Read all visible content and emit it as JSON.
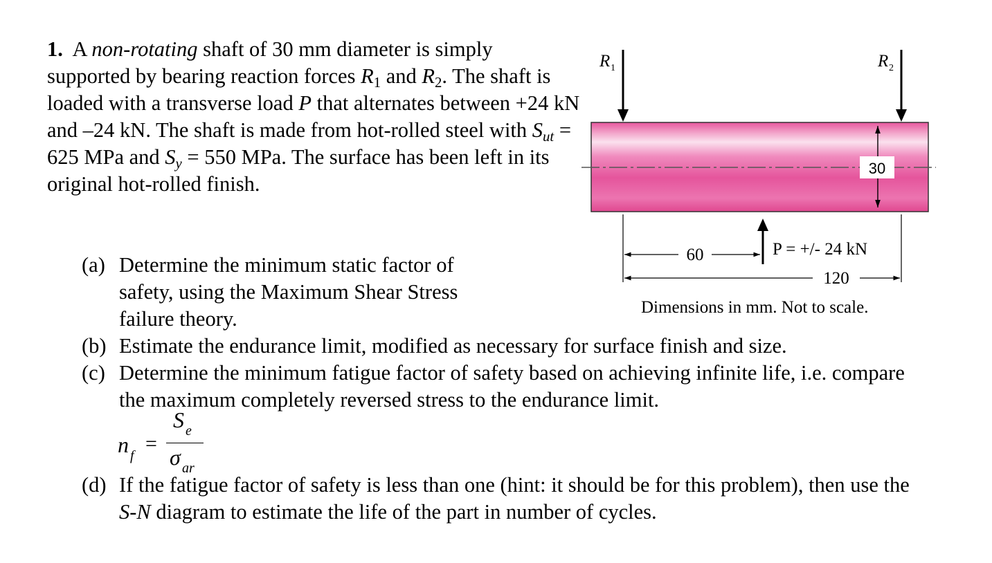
{
  "problem": {
    "number": "1.",
    "t1": "A ",
    "t2": "non-rotating",
    "t3": " shaft of 30 mm diameter is simply supported by bearing reaction forces ",
    "r": "R",
    "r1_sub": "1",
    "t4": " and ",
    "r2_sub": "2",
    "t5": ".  The shaft is loaded with a transverse load ",
    "p": "P",
    "t6": " that alternates between +24 kN and –24 kN.  The shaft is made from hot-rolled steel with ",
    "s": "S",
    "sut_sub": "ut",
    "t7": " = 625 MPa and ",
    "sy_sub": "y",
    "t8": " = 550 MPa. The surface has been left in its original hot-rolled finish."
  },
  "parts": {
    "a_label": "(a)",
    "a_text": "Determine the minimum static factor of safety, using the Maximum Shear Stress failure theory.",
    "b_label": "(b)",
    "b_text": "Estimate the endurance limit, modified as necessary for surface finish and size.",
    "c_label": "(c)",
    "c_text": "Determine the minimum fatigue factor of safety based on achieving infinite life, i.e. compare the maximum completely reversed stress to the endurance limit.",
    "d_label": "(d)",
    "d_t1": "If the fatigue factor of safety is less than one (hint: it should be for this problem), then use the ",
    "d_sn": "S-N",
    "d_t2": " diagram to estimate the life of the part in number of cycles."
  },
  "formula": {
    "n": "n",
    "n_sub": "f",
    "equals": "=",
    "num": "S",
    "num_sub": "e",
    "den": "σ",
    "den_sub": "ar"
  },
  "figure": {
    "r_label": "R",
    "r1_sub": "1",
    "r2_sub": "2",
    "diameter": "30",
    "dim_60": "60",
    "dim_120": "120",
    "load_label": "P = +/- 24 kN",
    "caption": "Dimensions in mm.  Not to scale.",
    "shaft_color": "#e5559c",
    "highlight_color": "#fbe1ee"
  }
}
